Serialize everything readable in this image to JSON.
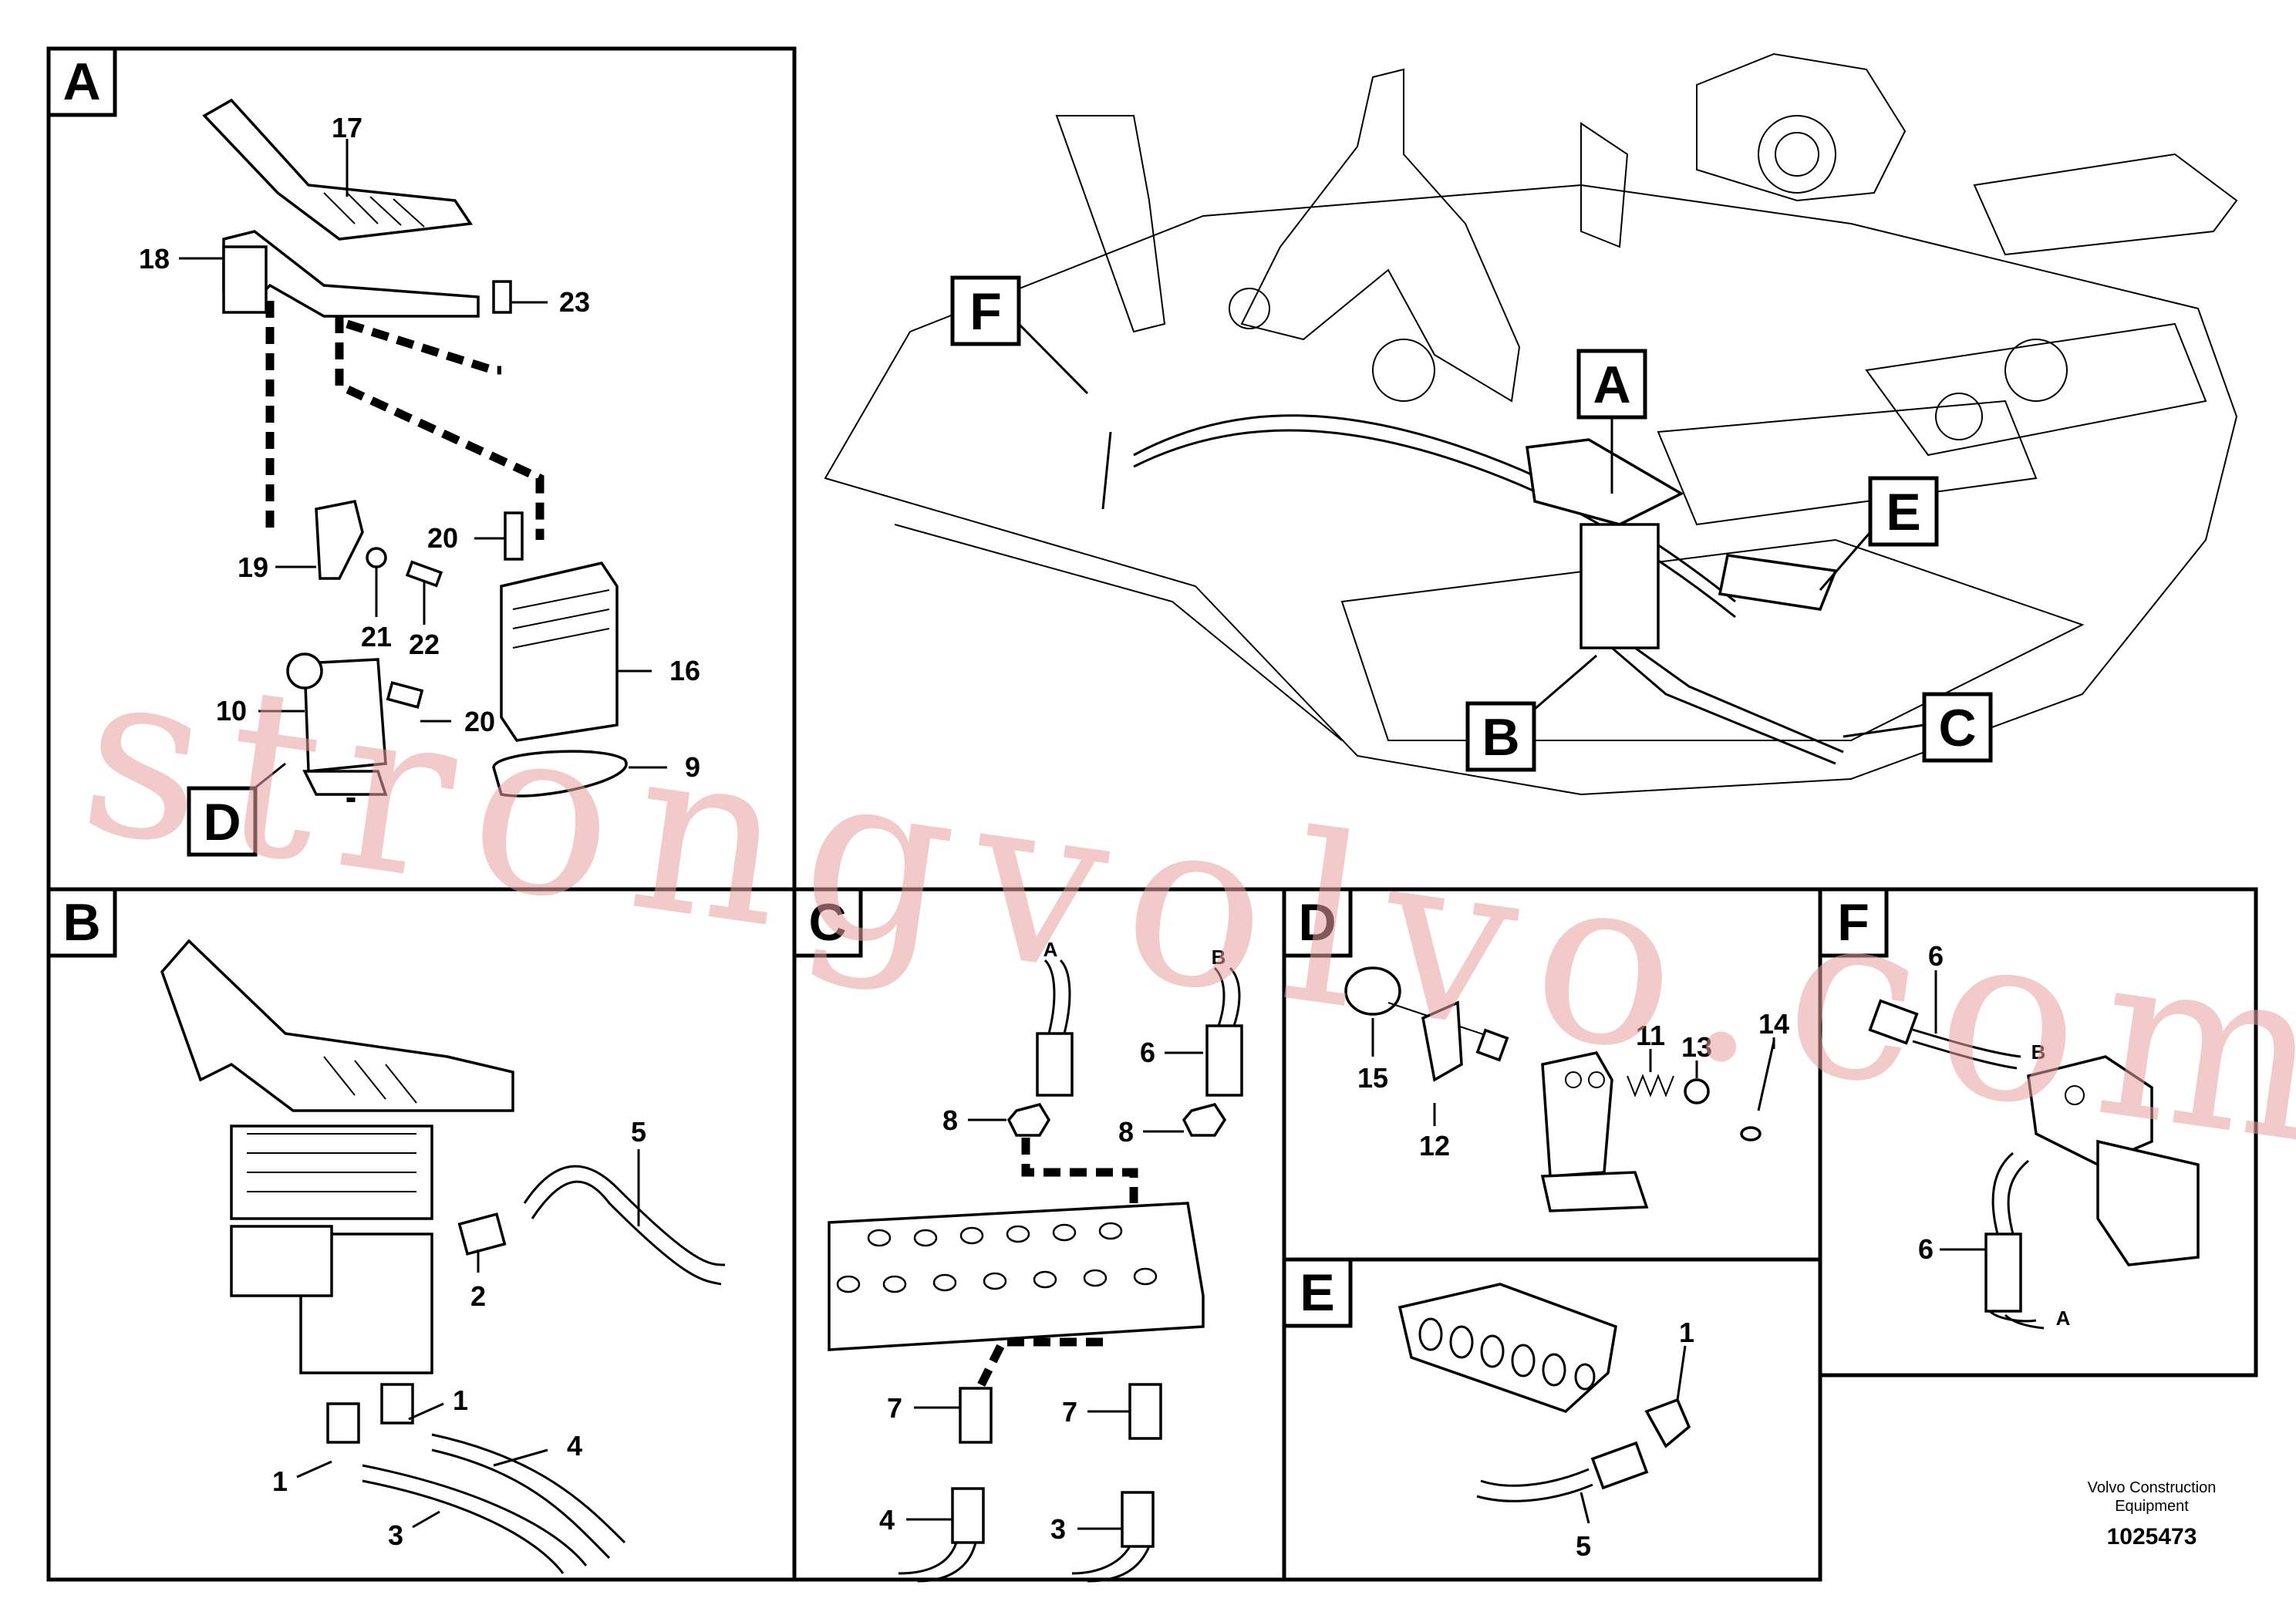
{
  "panels": {
    "A": {
      "letter": "A",
      "callouts": [
        "17",
        "18",
        "23",
        "20",
        "19",
        "21",
        "22",
        "10",
        "20",
        "16",
        "9"
      ],
      "sub": "D"
    },
    "B": {
      "letter": "B",
      "callouts": [
        "5",
        "2",
        "1",
        "4",
        "1",
        "3"
      ]
    },
    "C": {
      "letter": "C",
      "callouts": [
        "A",
        "B",
        "6",
        "8",
        "8",
        "7",
        "7",
        "4",
        "3"
      ]
    },
    "D": {
      "letter": "D",
      "callouts": [
        "15",
        "11",
        "13",
        "14",
        "12"
      ]
    },
    "E": {
      "letter": "E",
      "callouts": [
        "1",
        "5"
      ]
    },
    "F": {
      "letter": "F",
      "callouts": [
        "6",
        "B",
        "6",
        "A"
      ]
    },
    "overview": {
      "labels": [
        "F",
        "A",
        "E",
        "B",
        "C"
      ]
    }
  },
  "watermark": "strongvolvo.com",
  "footer": {
    "company": "Volvo Construction",
    "company2": "Equipment",
    "part_number": "1025473"
  }
}
